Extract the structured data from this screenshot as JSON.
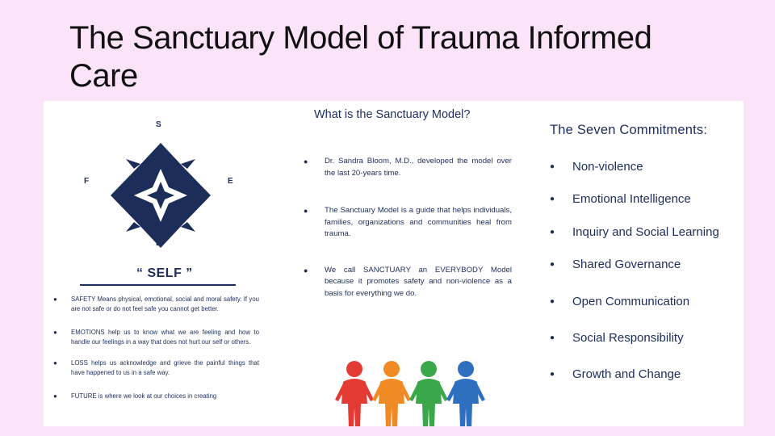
{
  "slide": {
    "title": "The Sanctuary Model of Trauma Informed Care"
  },
  "compass": {
    "top": "S",
    "left": "F",
    "right": "E",
    "bottom": "L",
    "color": "#1c2d5a"
  },
  "self_section": {
    "heading": "“ SELF ”",
    "items": [
      "SAFETY Means physical, emotional, social and moral safety. If you are not safe or do not feel safe you cannot get better.",
      "EMOTIONS help us to know what we are feeling and how to handle our feelings in a way that does not hurt our self or others.",
      "LOSS helps us acknowledge and grieve the painful things that have happened to us in a safe way.",
      "FUTURE is where we look at our choices in creating"
    ]
  },
  "middle_section": {
    "heading": "What is the Sanctuary Model?",
    "items": [
      "Dr. Sandra Bloom, M.D., developed the model over the last 20-years time.",
      "The Sanctuary Model is a guide that helps individuals, families, organizations and communities heal from trauma.",
      "We call SANCTUARY an EVERYBODY Model because it promotes safety and non-violence as a basis for everything we do."
    ]
  },
  "people_colors": [
    "#e33b34",
    "#f08a24",
    "#3aa84a",
    "#2f6fc0"
  ],
  "commitments": {
    "heading": "The Seven Commitments:",
    "items": [
      "Non-violence",
      "Emotional Intelligence",
      "Inquiry and Social Learning",
      "Shared Governance",
      "Open Communication",
      "Social Responsibility",
      "Growth and Change"
    ]
  }
}
